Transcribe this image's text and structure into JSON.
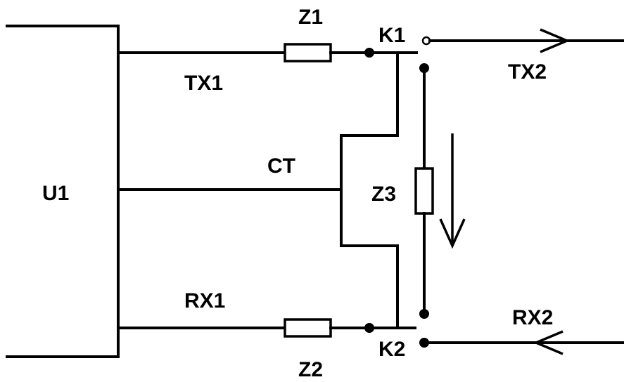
{
  "labels": {
    "u1": "U1",
    "z1": "Z1",
    "z2": "Z2",
    "z3": "Z3",
    "k1": "K1",
    "k2": "K2",
    "tx1": "TX1",
    "rx1": "RX1",
    "ct": "CT",
    "tx2": "TX2",
    "rx2": "RX2"
  }
}
